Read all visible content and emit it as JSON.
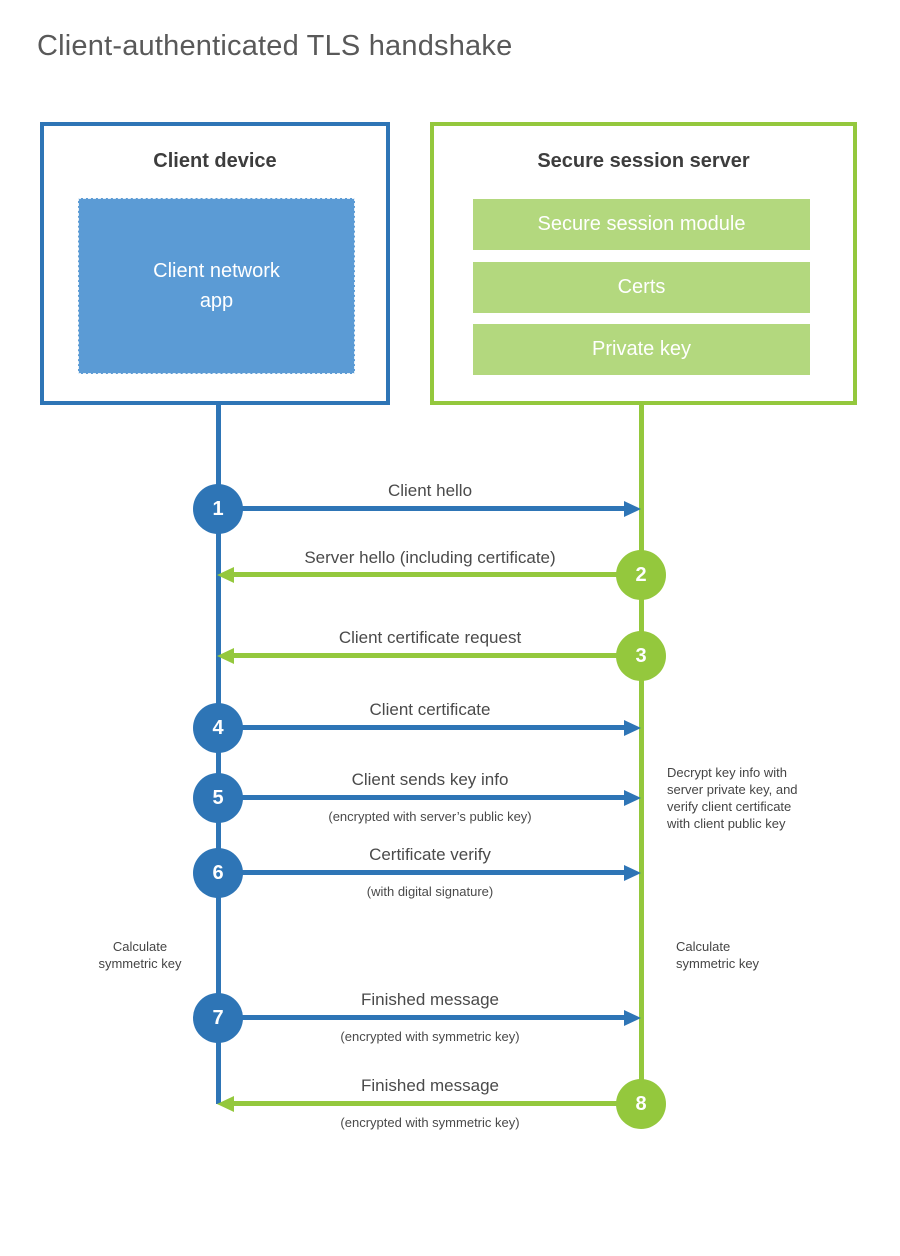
{
  "title": "Client-authenticated TLS handshake",
  "client_box": {
    "heading": "Client device",
    "app_label": "Client network\napp"
  },
  "server_box": {
    "heading": "Secure session server",
    "modules": [
      "Secure session module",
      "Certs",
      "Private key"
    ]
  },
  "steps": [
    {
      "num": "1",
      "label": "Client hello",
      "sub": "",
      "direction": "client-to-server"
    },
    {
      "num": "2",
      "label": "Server hello (including certificate)",
      "sub": "",
      "direction": "server-to-client"
    },
    {
      "num": "3",
      "label": "Client certificate request",
      "sub": "",
      "direction": "server-to-client"
    },
    {
      "num": "4",
      "label": "Client certificate",
      "sub": "",
      "direction": "client-to-server"
    },
    {
      "num": "5",
      "label": "Client sends key info",
      "sub": "(encrypted with server’s public key)",
      "direction": "client-to-server"
    },
    {
      "num": "6",
      "label": "Certificate verify",
      "sub": "(with digital signature)",
      "direction": "client-to-server"
    },
    {
      "num": "7",
      "label": "Finished message",
      "sub": "(encrypted with symmetric key)",
      "direction": "client-to-server"
    },
    {
      "num": "8",
      "label": "Finished message",
      "sub": "(encrypted with symmetric key)",
      "direction": "server-to-client"
    }
  ],
  "annotations": {
    "decrypt": "Decrypt key info with\nserver private key, and\nverify client certificate\nwith client public key",
    "calc_left": "Calculate\nsymmetric key",
    "calc_right": "Calculate\nsymmetric key"
  },
  "colors": {
    "client_blue": "#2e75b6",
    "client_blue_light": "#5b9bd5",
    "server_green": "#94c83d",
    "server_green_light": "#b3d87e"
  }
}
